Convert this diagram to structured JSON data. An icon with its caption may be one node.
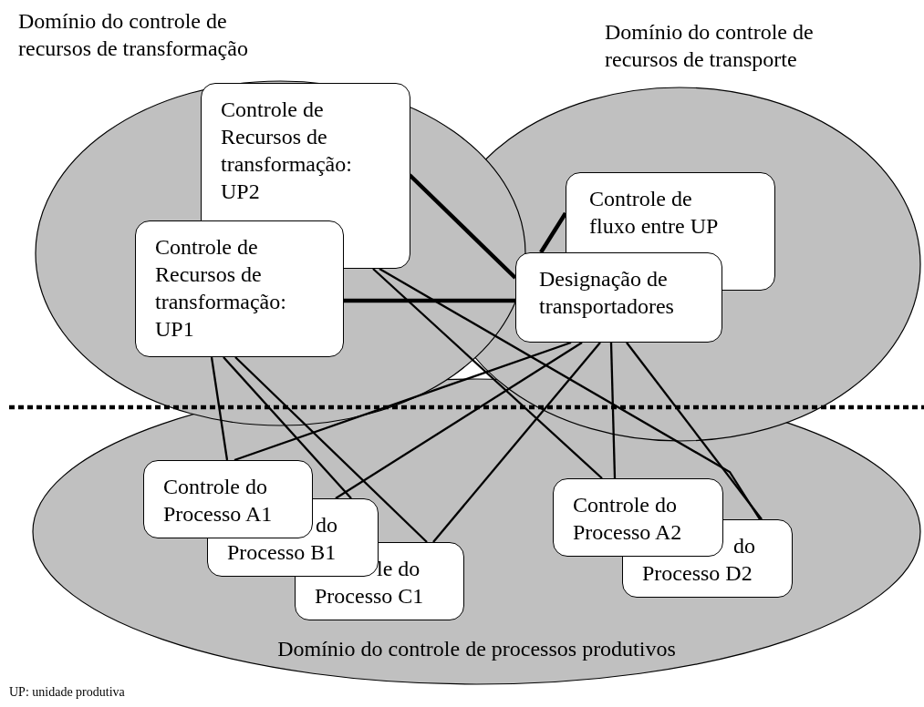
{
  "diagram": {
    "nodes": [
      {
        "text": [
          "Domínio do controle de recursos de transformação"
        ]
      },
      {
        "text": [
          "Domínio do controle de recursos de transporte"
        ]
      },
      {
        "text": [
          "Controle de Recursos de transformação: UP2"
        ],
        "in": 0
      },
      {
        "text": [
          "Controle de Recursos de transformação: UP1"
        ],
        "in": 0
      },
      {
        "text": [
          "Controle de fluxo entre UP"
        ],
        "in": 1
      },
      {
        "text": [
          "Designação de transportadores"
        ],
        "in": 1
      },
      {
        "text": [
          "Domínio do controle de processos produtivos"
        ]
      },
      {
        "text": [
          "Controle do Processo A1"
        ],
        "in": 6
      },
      {
        "text": [
          "do Processo B1"
        ],
        "in": 6
      },
      {
        "text": [
          "le do Processo C1"
        ],
        "in": 6
      },
      {
        "text": [
          "Controle do Processo A2"
        ],
        "in": 6
      },
      {
        "text": [
          "do Processo D2"
        ],
        "in": 6
      }
    ],
    "edges": [
      {
        "from": 2,
        "to": 5,
        "arrow": "none",
        "style": "thick"
      },
      {
        "from": 3,
        "to": 5,
        "arrow": "none",
        "style": "thick"
      },
      {
        "from": 5,
        "to": 4,
        "arrow": "none",
        "style": "thick"
      },
      {
        "from": 2,
        "to": 10,
        "arrow": "none"
      },
      {
        "from": 2,
        "to": 11,
        "arrow": "none"
      },
      {
        "from": 3,
        "to": 7,
        "arrow": "none"
      },
      {
        "from": 3,
        "to": 8,
        "arrow": "none"
      },
      {
        "from": 3,
        "to": 9,
        "arrow": "none"
      },
      {
        "from": 5,
        "to": 7,
        "arrow": "none"
      },
      {
        "from": 5,
        "to": 8,
        "arrow": "none"
      },
      {
        "from": 5,
        "to": 9,
        "arrow": "none"
      },
      {
        "from": 5,
        "to": 10,
        "arrow": "none"
      },
      {
        "from": 5,
        "to": 11,
        "arrow": "none"
      }
    ],
    "labels": [
      "UP: unidade produtiva"
    ]
  }
}
